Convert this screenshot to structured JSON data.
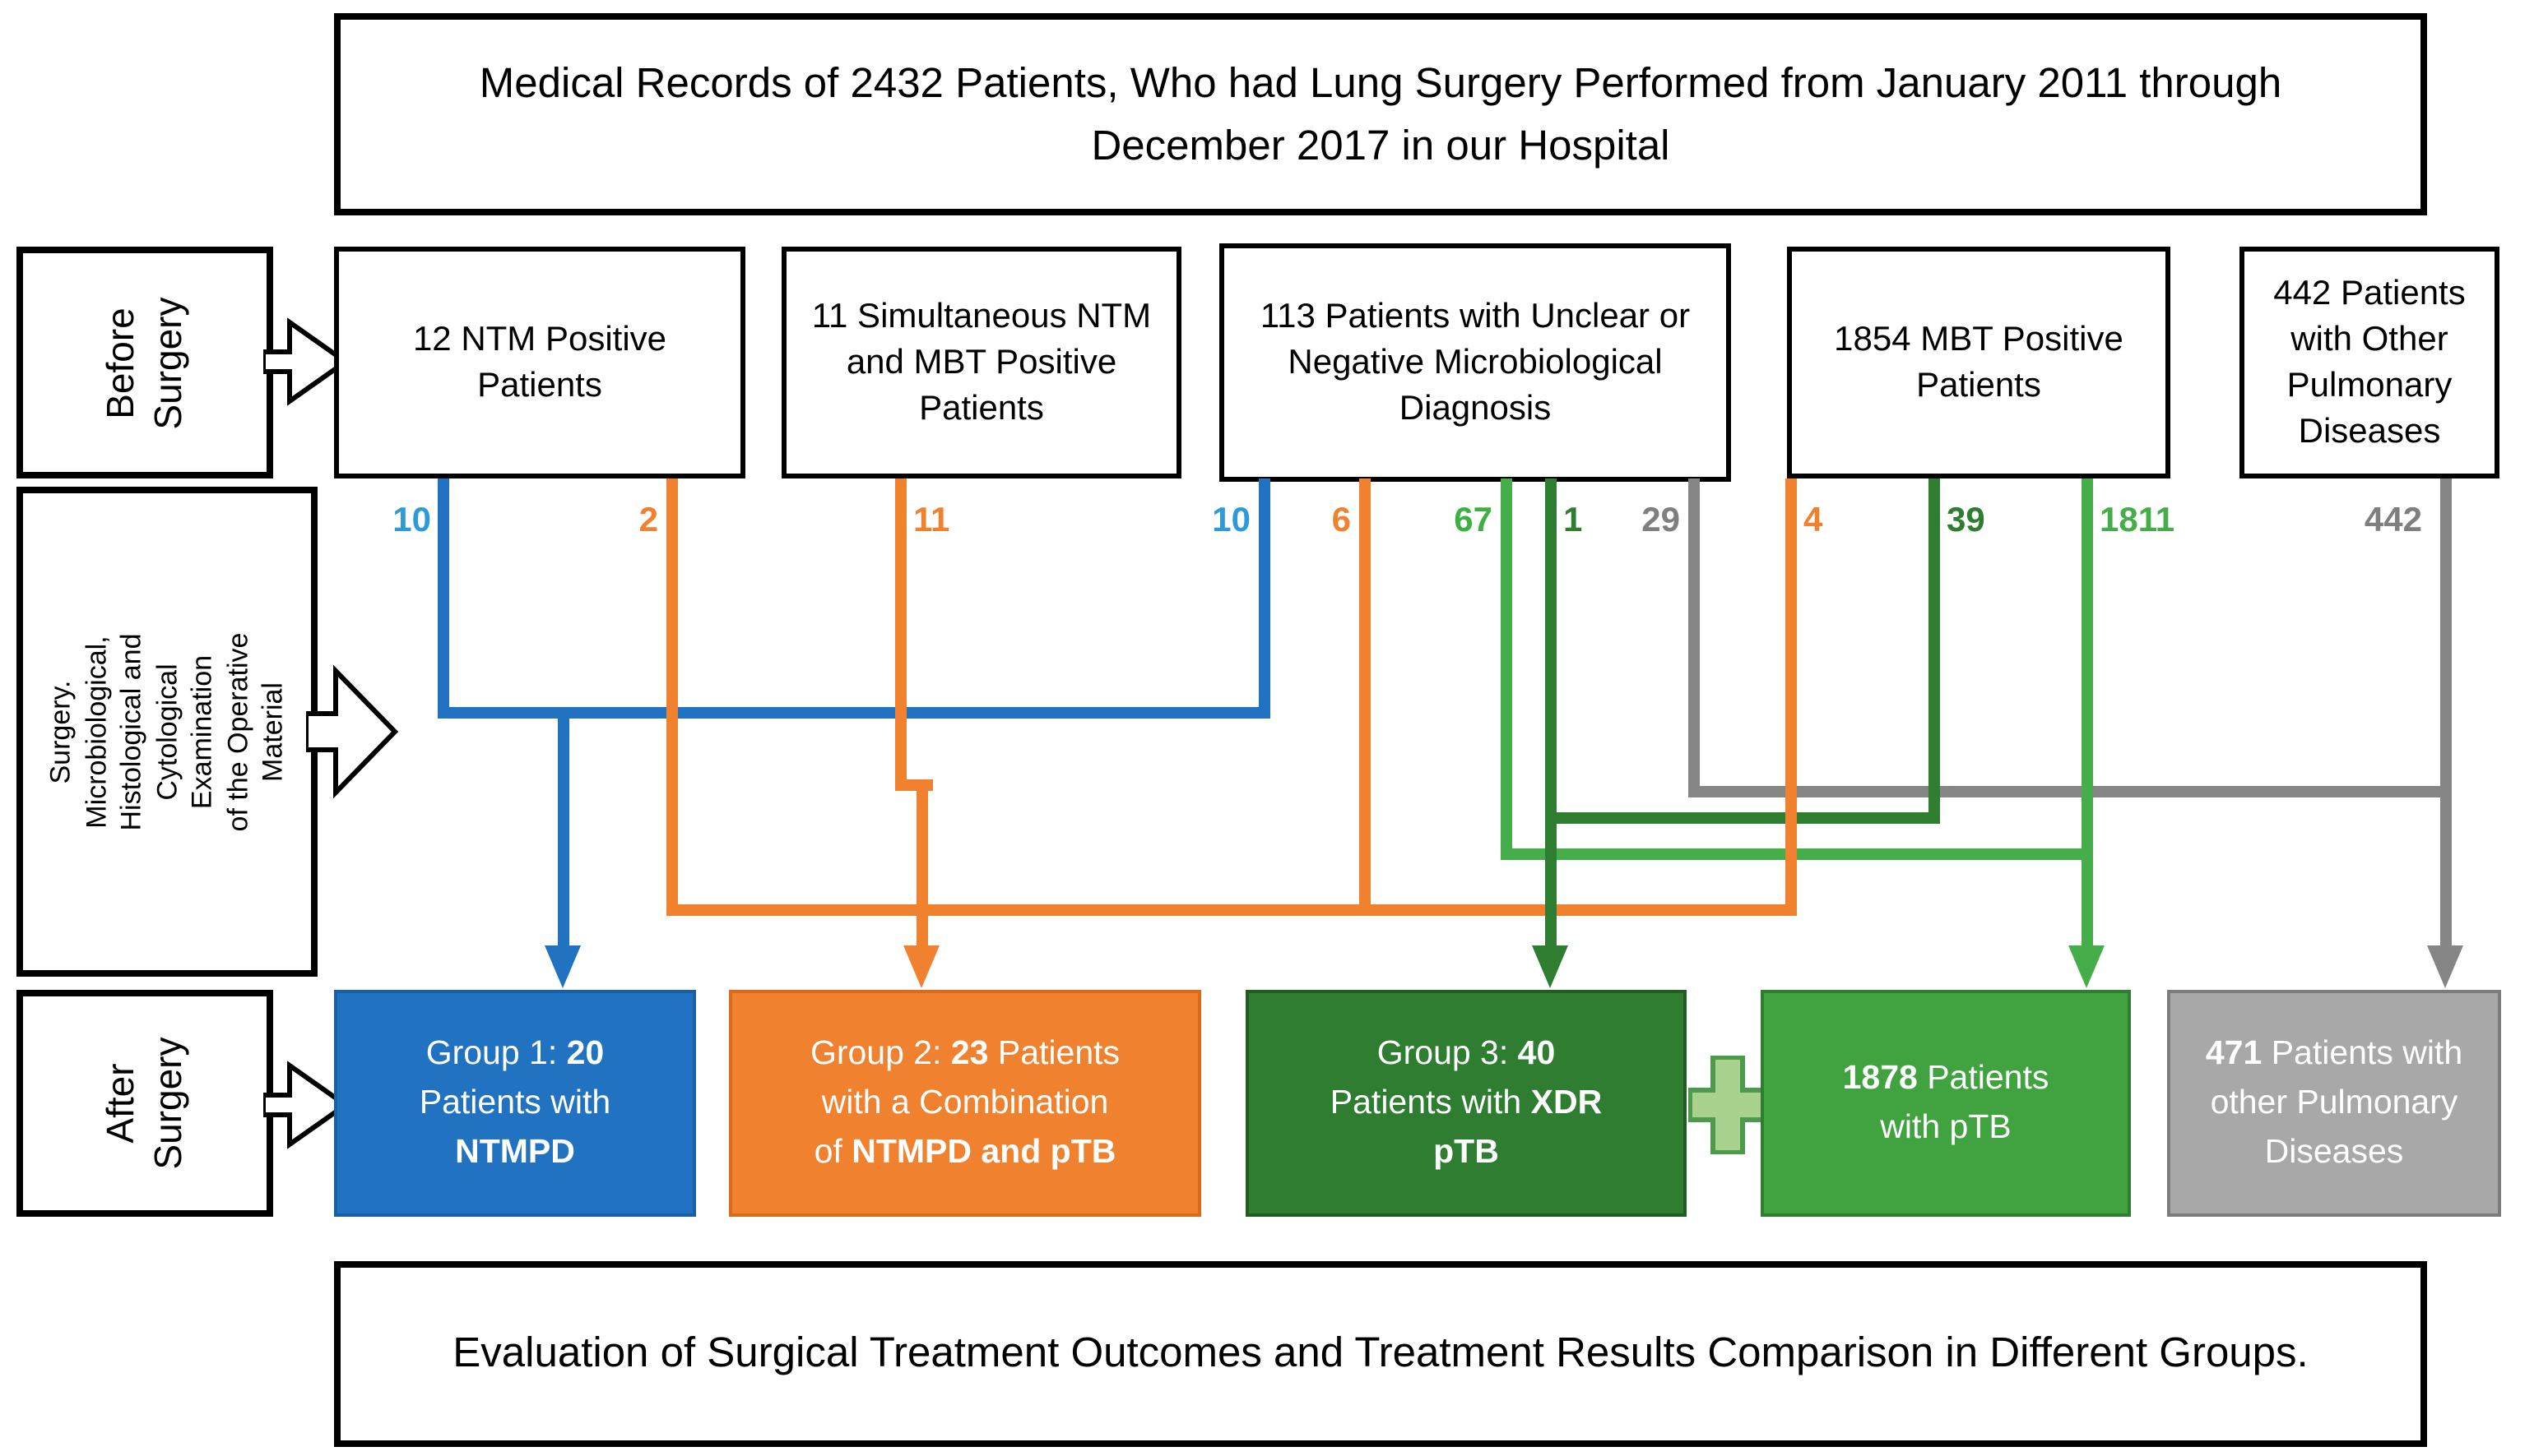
{
  "colors": {
    "blue": "#2173C2",
    "blue_border": "#1A5FA4",
    "blue_number": "#2E9AD8",
    "orange": "#F0812F",
    "orange_border": "#DB6B1C",
    "dark_green": "#2E7D31",
    "dark_green_border": "#225C24",
    "mid_green": "#41A33F",
    "light_green": "#45AD49",
    "light_green_number": "#3DB044",
    "gray_line": "#858585",
    "gray_number": "#7F7F7F",
    "gray_box": "#A8A8A8",
    "gray_box_border": "#7C7C7C",
    "plus_fill": "#A9D18E",
    "plus_border": "#4C9A4C"
  },
  "top_box": {
    "line1": "Medical Records of 2432 Patients, Who had Lung Surgery Performed from January 2011 through",
    "line2": "December 2017 in our Hospital"
  },
  "stages": {
    "before": "Before Surgery",
    "mid_lines": [
      "Surgery. Microbiological,",
      "Histological and",
      "Cytological Examination",
      "of the Operative Material"
    ],
    "after": "After Surgery"
  },
  "before_boxes": {
    "ntm": "12 NTM Positive Patients",
    "simultaneous": "11 Simultaneous NTM and MBT Positive Patients",
    "unclear": "113 Patients with Unclear or Negative Microbiological Diagnosis",
    "mbt": "1854 MBT Positive Patients",
    "other": "442 Patients with Other Pulmonary Diseases"
  },
  "flow_counts": {
    "ntm_to_group1": "10",
    "ntm_to_group2": "2",
    "simultaneous_to_group2": "11",
    "unclear_to_group1": "10",
    "unclear_to_group2": "6",
    "unclear_to_ptb": "67",
    "unclear_to_group3": "1",
    "unclear_to_other": "29",
    "mbt_to_group2": "4",
    "mbt_to_group3": "39",
    "mbt_to_ptb": "1811",
    "other_to_other": "442"
  },
  "groups": {
    "g1": {
      "s0": "Group 1: ",
      "s1": "20",
      "s2": "Patients with",
      "s3": "NTMPD"
    },
    "g2": {
      "s0": "Group 2: ",
      "s1": "23",
      "s2": " Patients",
      "s3": "with a Combination",
      "s4": "of ",
      "s5": "NTMPD and  pTB"
    },
    "g3": {
      "s0": "Group 3: ",
      "s1": "40",
      "s2": "Patients with ",
      "s3": "XDR",
      "s4": "pTB"
    },
    "g4": {
      "s0": "1878",
      "s1": " Patients",
      "s2": "with pTB"
    },
    "g5": {
      "s0": "471",
      "s1": " Patients with",
      "s2": "other Pulmonary",
      "s3": "Diseases"
    }
  },
  "bottom_box": {
    "text": "Evaluation of Surgical Treatment Outcomes and Treatment Results Comparison in Different Groups."
  }
}
